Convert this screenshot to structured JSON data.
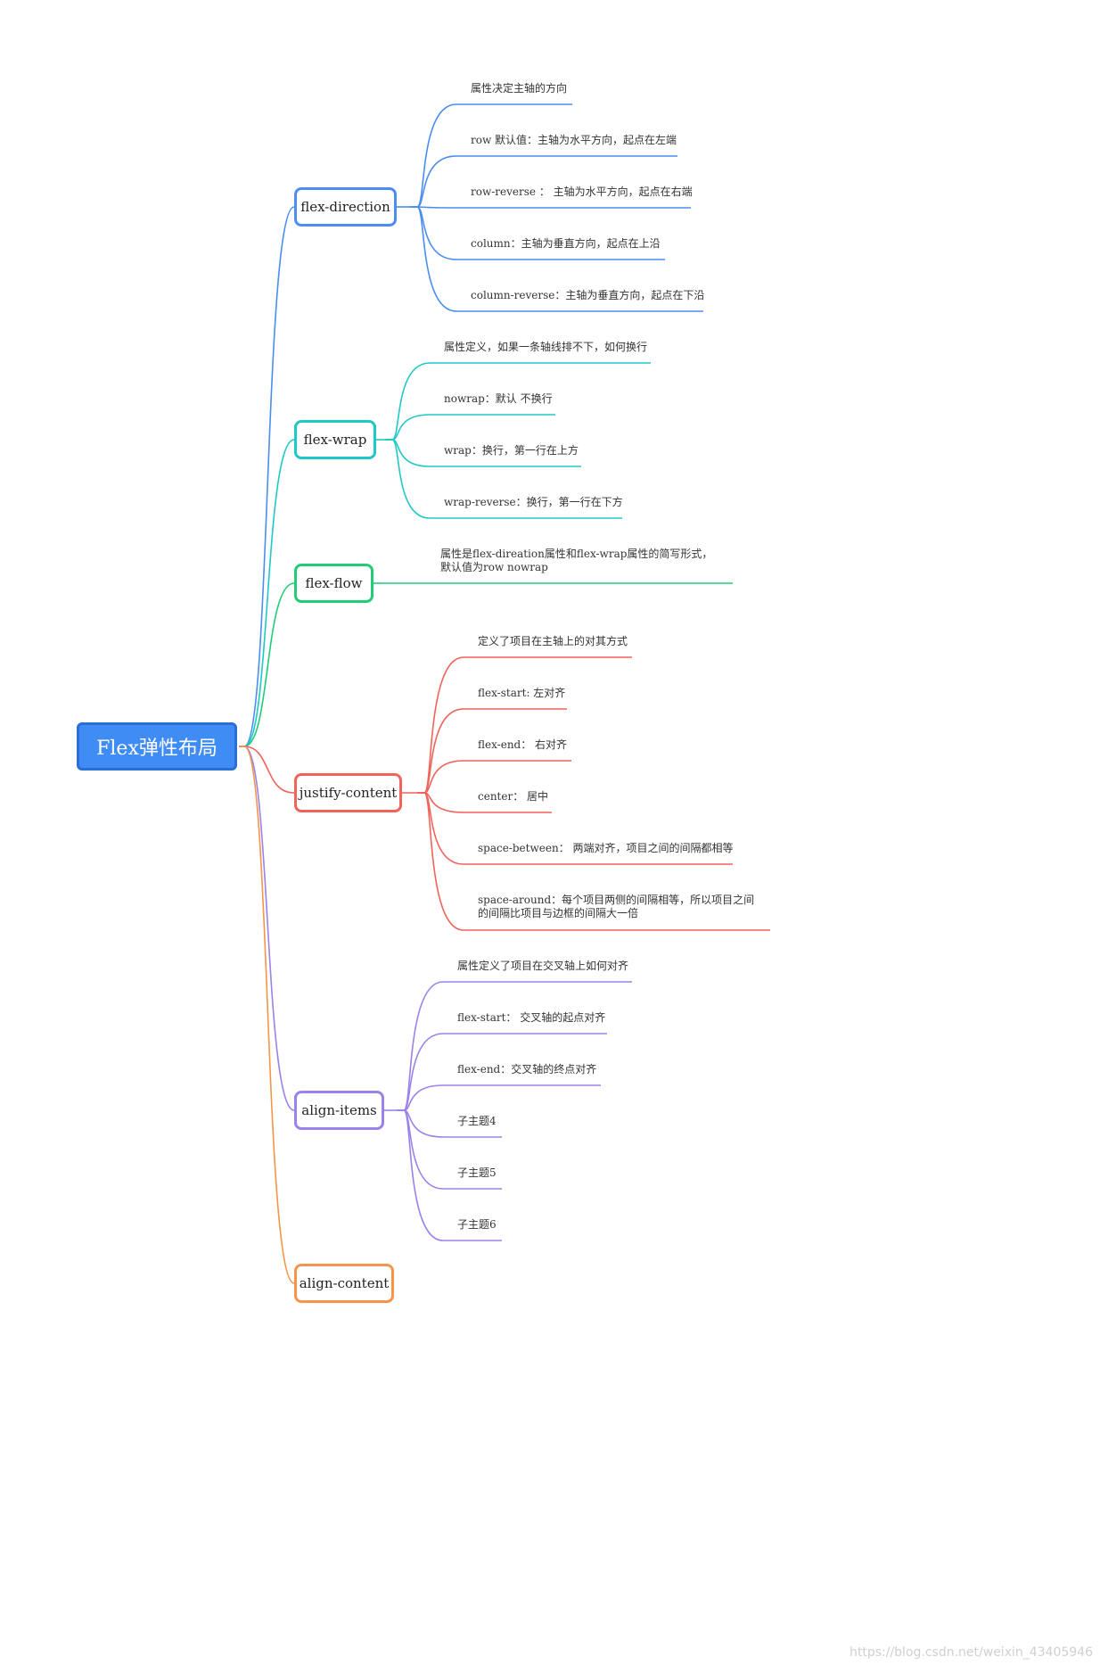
{
  "root": {
    "label": "Flex弹性布局",
    "color": "#3f8cf5"
  },
  "branches": [
    {
      "id": "flex-direction",
      "label": "flex-direction",
      "color": "#4a8ef0",
      "children": [
        "属性决定主轴的方向",
        "row 默认值：主轴为水平方向，起点在左端",
        "row-reverse ： 主轴为水平方向，起点在右端",
        "column：主轴为垂直方向，起点在上沿",
        "column-reverse：主轴为垂直方向，起点在下沿"
      ]
    },
    {
      "id": "flex-wrap",
      "label": "flex-wrap",
      "color": "#1ec8c8",
      "children": [
        "属性定义，如果一条轴线排不下，如何换行",
        "nowrap：默认 不换行",
        "wrap：换行，第一行在上方",
        "wrap-reverse：换行，第一行在下方"
      ]
    },
    {
      "id": "flex-flow",
      "label": "flex-flow",
      "color": "#22cc77",
      "children": [
        "属性是flex-direation属性和flex-wrap属性的简写形式，默认值为row nowrap"
      ]
    },
    {
      "id": "justify-content",
      "label": "justify-content",
      "color": "#f0635a",
      "children": [
        "定义了项目在主轴上的对其方式",
        "flex-start: 左对齐",
        "flex-end： 右对齐",
        "center： 居中",
        "space-between： 两端对齐，项目之间的间隔都相等",
        "space-around：每个项目两侧的间隔相等，所以项目之间的间隔比项目与边框的间隔大一倍"
      ]
    },
    {
      "id": "align-items",
      "label": "align-items",
      "color": "#9b82ea",
      "children": [
        "属性定义了项目在交叉轴上如何对齐",
        "flex-start： 交叉轴的起点对齐",
        "flex-end：交叉轴的终点对齐",
        "子主题4",
        "子主题5",
        "子主题6"
      ]
    },
    {
      "id": "align-content",
      "label": "align-content",
      "color": "#f7944a",
      "children": []
    }
  ],
  "watermark": "https://blog.csdn.net/weixin_43405946"
}
